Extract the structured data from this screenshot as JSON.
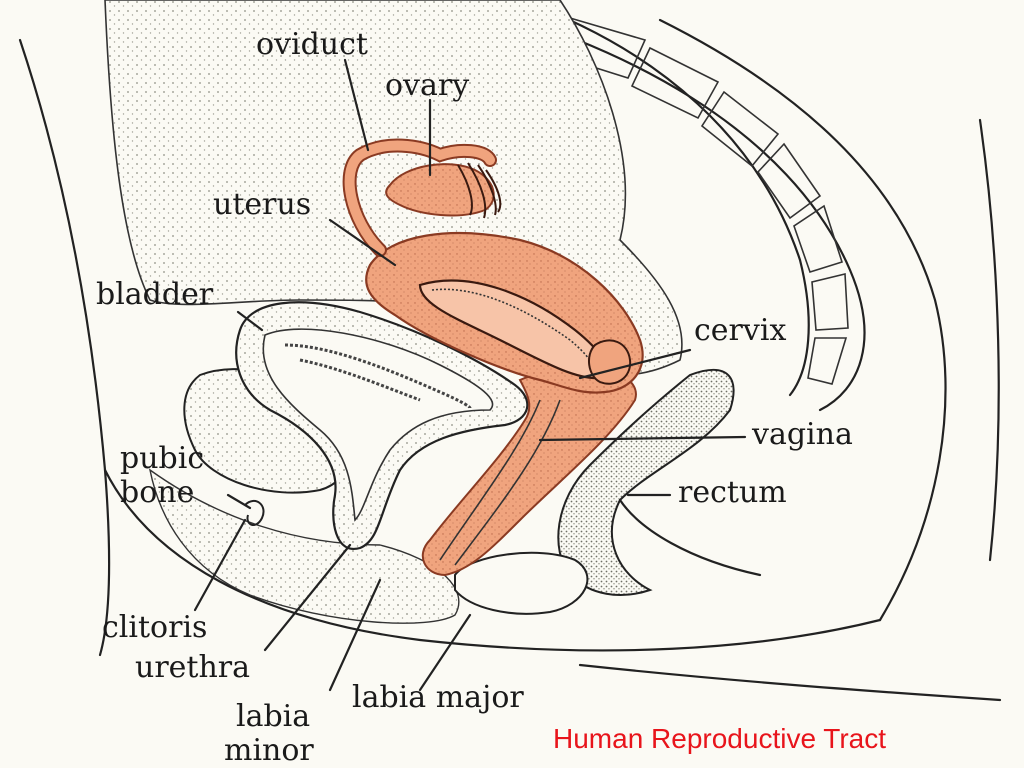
{
  "labels": {
    "oviduct": "oviduct",
    "ovary": "ovary",
    "uterus": "uterus",
    "bladder": "bladder",
    "cervix": "cervix",
    "vagina": "vagina",
    "pubic_1": "pubic",
    "pubic_2": "bone",
    "rectum": "rectum",
    "clitoris": "clitoris",
    "urethra": "urethra",
    "labia_major": "labia major",
    "labia_minor_1": "labia",
    "labia_minor_2": "minor"
  },
  "caption": "Human Reproductive Tract",
  "colors": {
    "organ_fill": "#f0a47e",
    "organ_stroke": "#8a3a22",
    "stipple": "#9a9a8e",
    "caption": "#e8141b",
    "background": "#fbfaf4"
  }
}
